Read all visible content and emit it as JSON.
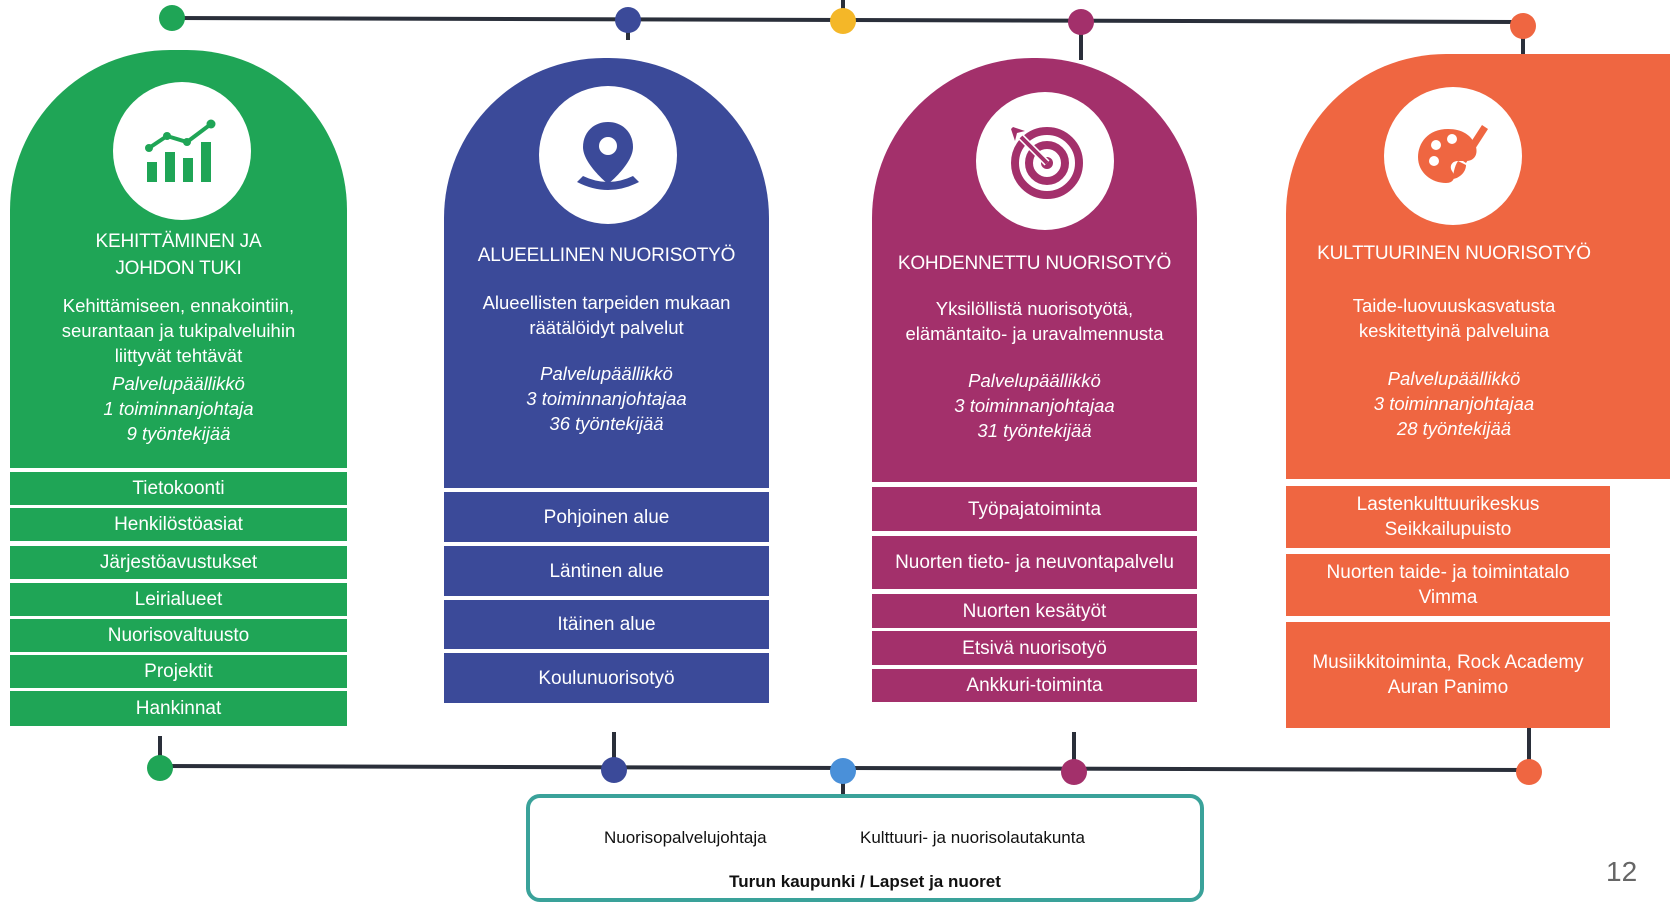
{
  "colors": {
    "green": "#1fa556",
    "blue": "#3b4a99",
    "purple": "#a3306b",
    "orange": "#ef6641",
    "yellow_dot": "#f4b728",
    "light_blue_dot": "#4a90d9",
    "line": "#2a2f3a",
    "box_border": "#3aa29a"
  },
  "columns": [
    {
      "icon": "bar-chart-growth-icon",
      "title_lines": [
        "KEHITTÄMINEN JA",
        "JOHDON TUKI"
      ],
      "description_lines": [
        "Kehittämiseen, ennakointiin,",
        "seurantaan ja tukipalveluihin",
        "liittyvät tehtävät"
      ],
      "staff_lines": [
        "Palvelupäällikkö",
        "1 toiminnanjohtaja",
        "9 työntekijää"
      ],
      "units": [
        "Tietokoonti",
        "Henkilöstöasiat",
        "Järjestöavustukset",
        "Leirialueet",
        "Nuorisovaltuusto",
        "Projektit",
        "Hankinnat"
      ]
    },
    {
      "icon": "location-pin-icon",
      "title_lines": [
        "ALUEELLINEN NUORISOTYÖ"
      ],
      "description_lines": [
        "Alueellisten tarpeiden mukaan",
        "räätälöidyt palvelut"
      ],
      "staff_lines": [
        "Palvelupäällikkö",
        "3 toiminnanjohtajaa",
        "36 työntekijää"
      ],
      "units": [
        "Pohjoinen alue",
        "Läntinen alue",
        "Itäinen alue",
        "Koulunuorisotyö"
      ]
    },
    {
      "icon": "target-arrow-icon",
      "title_lines": [
        "KOHDENNETTU NUORISOTYÖ"
      ],
      "description_lines": [
        "Yksilöllistä nuorisotyötä,",
        "elämäntaito- ja uravalmennusta"
      ],
      "staff_lines": [
        "Palvelupäällikkö",
        "3 toiminnanjohtajaa",
        "31 työntekijää"
      ],
      "units": [
        "Työpajatoiminta",
        "Nuorten tieto- ja neuvontapalvelu",
        "Nuorten kesätyöt",
        "Etsivä nuorisotyö",
        "Ankkuri-toiminta"
      ]
    },
    {
      "icon": "palette-brush-icon",
      "title_lines": [
        "KULTTUURINEN NUORISOTYÖ"
      ],
      "description_lines": [
        "Taide-luovuuskasvatusta",
        "keskitettyinä palveluina"
      ],
      "staff_lines": [
        "Palvelupäällikkö",
        "3 toiminnanjohtajaa",
        "28 työntekijää"
      ],
      "units": [
        "Lastenkulttuurikeskus\nSeikkailupuisto",
        "Nuorten taide- ja toimintatalo\nVimma",
        "Musiikkitoiminta, Rock Academy\nAuran Panimo"
      ]
    }
  ],
  "bottom_box": {
    "left_label": "Nuorisopalvelujohtaja",
    "right_label": "Kulttuuri- ja nuorisolautakunta",
    "footer": "Turun kaupunki / Lapset ja nuoret"
  },
  "page_number": "12"
}
